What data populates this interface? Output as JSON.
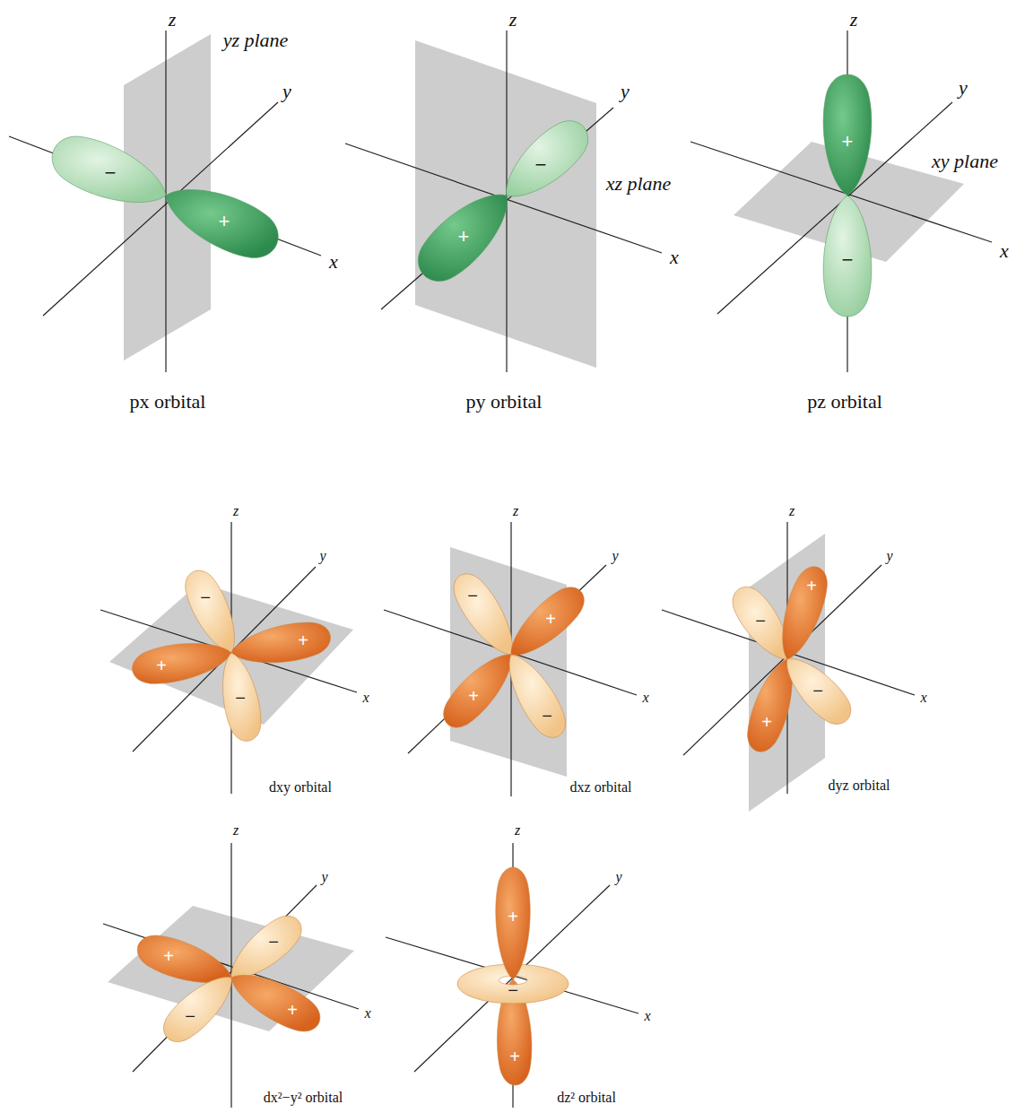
{
  "diagram": {
    "labels": [
      "z",
      "y",
      "x",
      "yz plane",
      "−",
      "+",
      "px orbital",
      "z",
      "y",
      "x",
      "xz plane",
      "−",
      "+",
      "py orbital",
      "z",
      "y",
      "x",
      "xy plane",
      "+",
      "−",
      "pz orbital",
      "z",
      "y",
      "x",
      "+",
      "+",
      "−",
      "−",
      "dxy orbital",
      "z",
      "y",
      "x",
      "−",
      "+",
      "+",
      "−",
      "dxz orbital",
      "z",
      "y",
      "x",
      "+",
      "−",
      "−",
      "+",
      "dyz orbital",
      "z",
      "y",
      "x",
      "+",
      "+",
      "−",
      "−",
      "dx²−y² orbital",
      "z",
      "y",
      "x",
      "+",
      "+",
      "−",
      "dz² orbital"
    ]
  }
}
